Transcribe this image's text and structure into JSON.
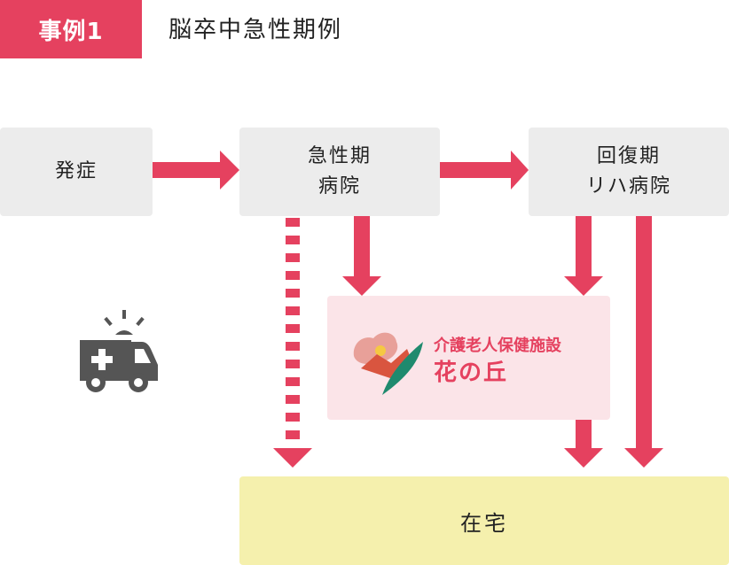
{
  "header": {
    "tag_label": "事例1",
    "title": "脳卒中急性期例"
  },
  "nodes": {
    "onset": {
      "lines": [
        "発症"
      ]
    },
    "acute": {
      "lines": [
        "急性期",
        "病院"
      ]
    },
    "rehab": {
      "lines": [
        "回復期",
        "リハ病院"
      ]
    },
    "facility": {
      "line1": "介護老人保健施設",
      "line2": "花の丘"
    },
    "home": {
      "label": "在宅"
    }
  },
  "icons": {
    "ambulance": "ambulance-icon",
    "facility_logo": "facility-logo-icon"
  },
  "colors": {
    "accent": "#e5415f",
    "node_bg": "#ececec",
    "facility_bg": "#fbe4e8",
    "home_bg": "#f5f0ad",
    "icon_gray": "#555555"
  }
}
